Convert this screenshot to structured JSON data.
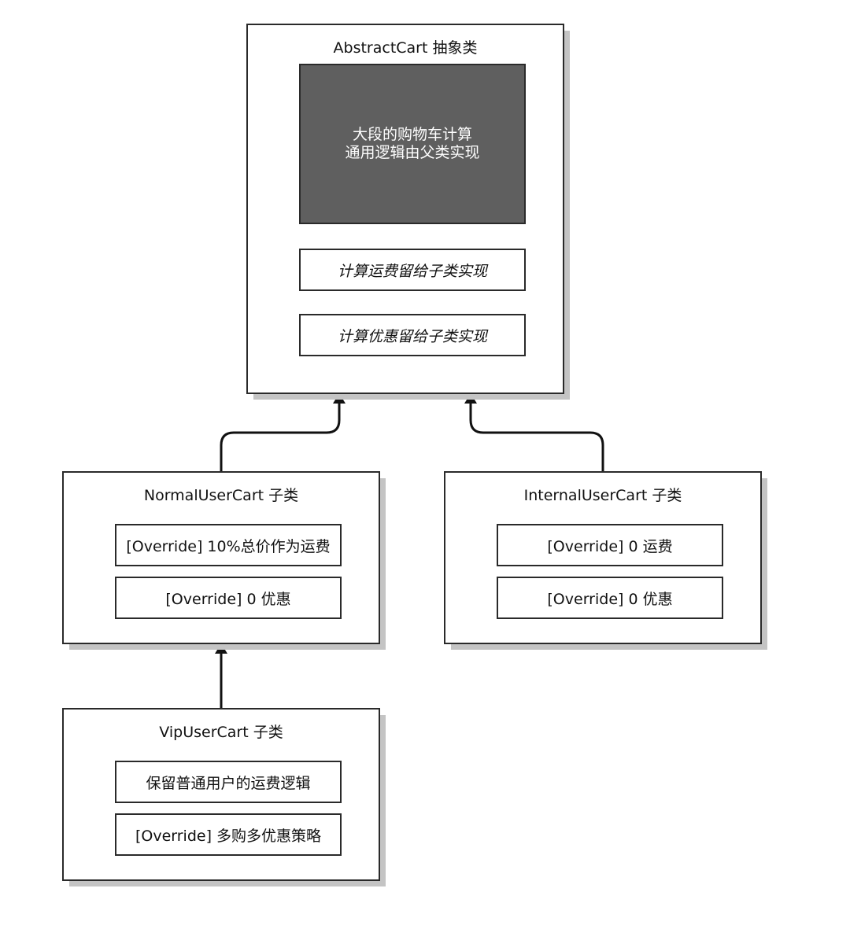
{
  "diagram": {
    "abstract_cart": {
      "title": "AbstractCart 抽象类",
      "common_logic_line1": "大段的购物车计算",
      "common_logic_line2": "通用逻辑由父类实现",
      "shipping_method": "计算运费留给子类实现",
      "discount_method": "计算优惠留给子类实现"
    },
    "normal_user_cart": {
      "title": "NormalUserCart 子类",
      "shipping_method": "[Override] 10%总价作为运费",
      "discount_method": "[Override] 0 优惠"
    },
    "internal_user_cart": {
      "title": "InternalUserCart 子类",
      "shipping_method": "[Override] 0 运费",
      "discount_method": "[Override] 0 优惠"
    },
    "vip_user_cart": {
      "title": "VipUserCart 子类",
      "shipping_method": "保留普通用户的运费逻辑",
      "discount_method": "[Override] 多购多优惠策略"
    }
  }
}
